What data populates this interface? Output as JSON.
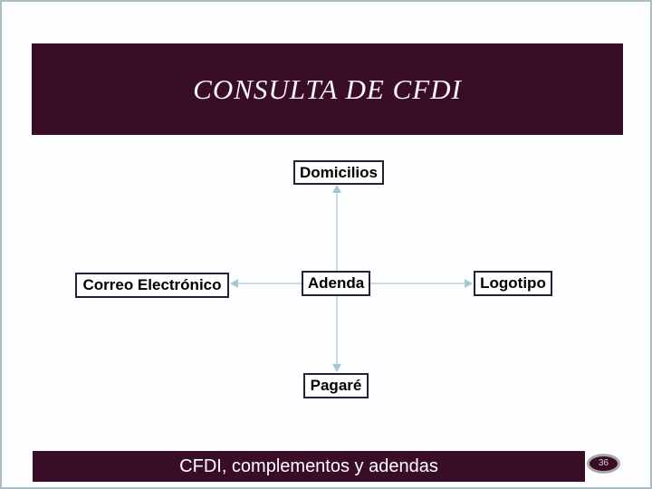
{
  "slide": {
    "title": "CONSULTA DE CFDI",
    "diagram": {
      "nodes": [
        {
          "id": "domicilios",
          "label": "Domicilios"
        },
        {
          "id": "correo-electronico",
          "label": "Correo Electrónico"
        },
        {
          "id": "adenda",
          "label": "Adenda"
        },
        {
          "id": "logotipo",
          "label": "Logotipo"
        },
        {
          "id": "pagare",
          "label": "Pagaré"
        }
      ],
      "connections": [
        {
          "from": "adenda",
          "to": "domicilios",
          "direction": "up"
        },
        {
          "from": "adenda",
          "to": "correo-electronico",
          "direction": "left"
        },
        {
          "from": "adenda",
          "to": "logotipo",
          "direction": "right"
        },
        {
          "from": "adenda",
          "to": "pagare",
          "direction": "down"
        }
      ]
    },
    "footer": {
      "text": "CFDI, complementos y adendas",
      "page_number": "36"
    },
    "colors": {
      "bar_maroon": "#3a0d27",
      "node_border": "#232039",
      "connector_line": "#c9dde4",
      "arrowhead": "#a8c7d3",
      "slide_border": "#a9bec5",
      "badge_border": "#a8a8a8",
      "title_text": "#fdf7fa",
      "footer_text": "#fefefe"
    }
  }
}
